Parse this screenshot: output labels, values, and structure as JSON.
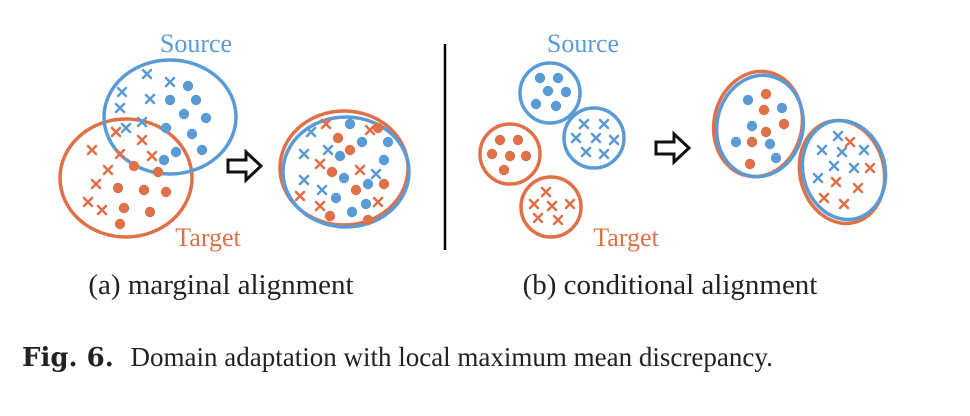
{
  "colors": {
    "source": "#5b9bd5",
    "target": "#e07048",
    "text": "#222222",
    "divider": "#000000"
  },
  "panel_a": {
    "source_label": "Source",
    "target_label": "Target",
    "subtitle": "(a) marginal alignment"
  },
  "panel_b": {
    "source_label": "Source",
    "target_label": "Target",
    "subtitle": "(b) conditional alignment"
  },
  "caption": {
    "label": "Fig. 6.",
    "text": "Domain adaptation with local maximum mean discrepancy."
  }
}
